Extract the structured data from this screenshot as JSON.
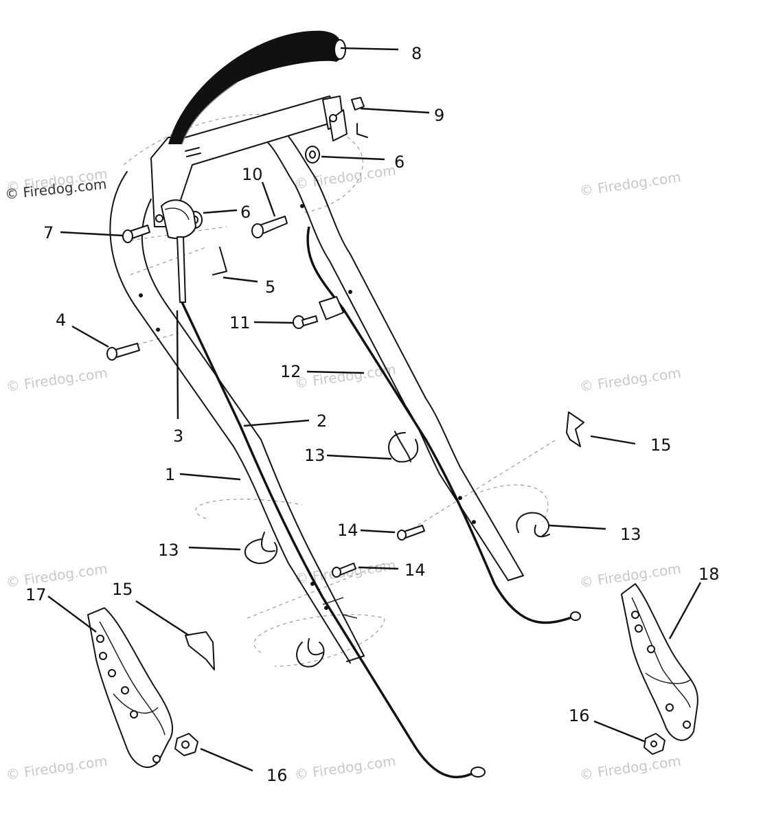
{
  "watermark": {
    "text": "© Firedog.com"
  },
  "callouts": {
    "c1": "1",
    "c2": "2",
    "c3": "3",
    "c4": "4",
    "c5": "5",
    "c6a": "6",
    "c6b": "6",
    "c7": "7",
    "c8": "8",
    "c9": "9",
    "c10": "10",
    "c11": "11",
    "c12": "12",
    "c13a": "13",
    "c13b": "13",
    "c13c": "13",
    "c14a": "14",
    "c14b": "14",
    "c15a": "15",
    "c15b": "15",
    "c16a": "16",
    "c16b": "16",
    "c17": "17",
    "c18": "18"
  }
}
